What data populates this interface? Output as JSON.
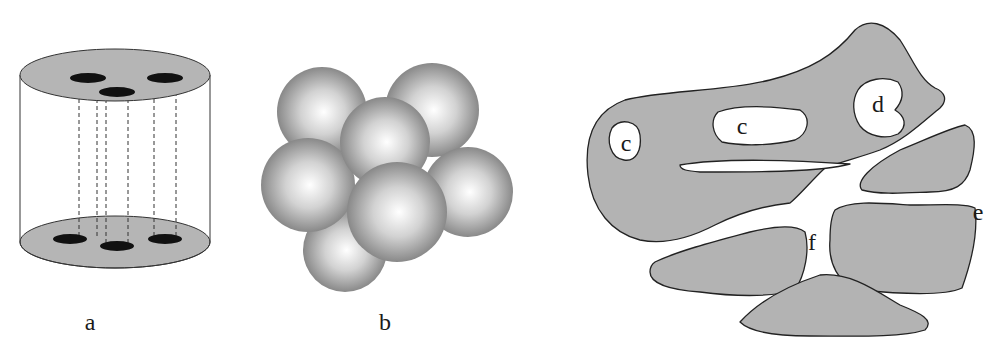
{
  "diagram": {
    "labels": [
      "a",
      "b",
      "c",
      "c",
      "d",
      "e",
      "f"
    ]
  }
}
